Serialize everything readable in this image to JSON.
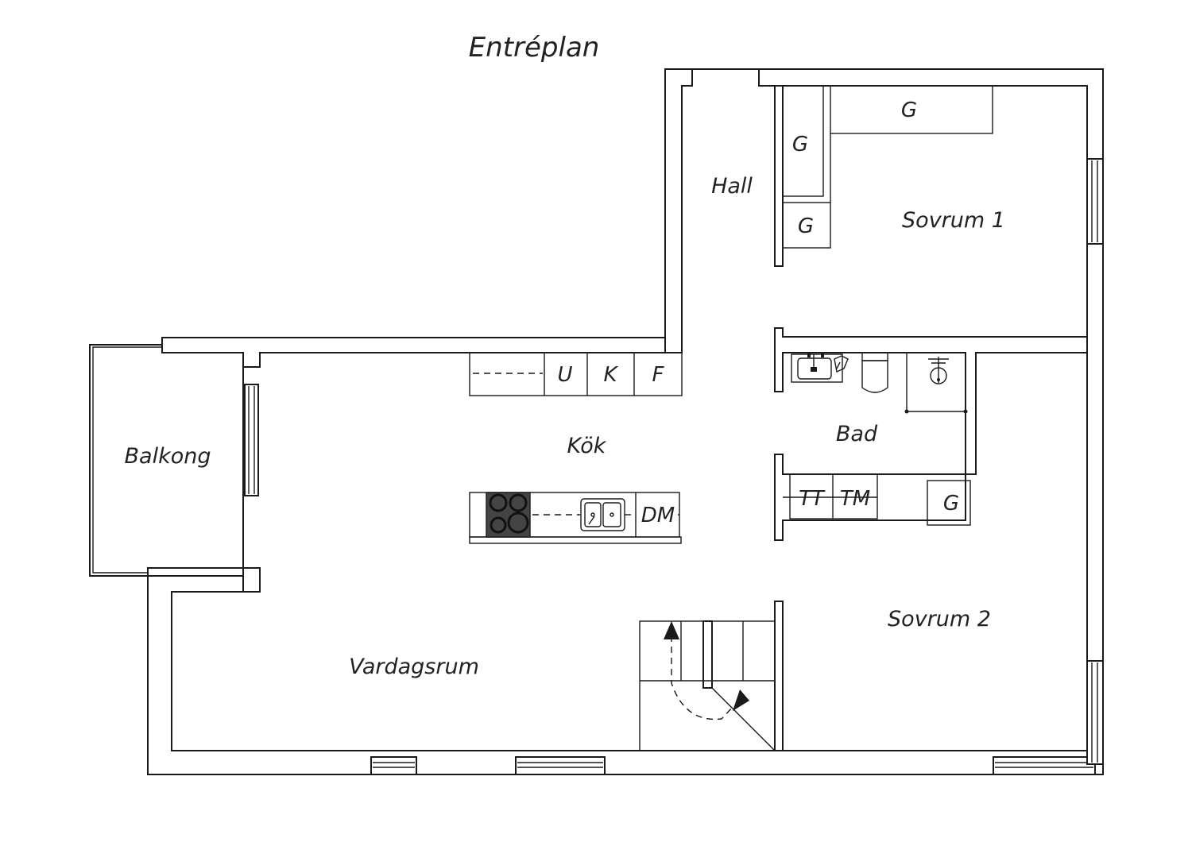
{
  "title": "Entréplan",
  "rooms": {
    "hall": "Hall",
    "sovrum1": "Sovrum 1",
    "sovrum2": "Sovrum 2",
    "bad": "Bad",
    "kok": "Kök",
    "vardagsrum": "Vardagsrum",
    "balkong": "Balkong"
  },
  "fixtures": {
    "wardrobe": "G",
    "freezer": "U",
    "fridge": "K",
    "oven": "F",
    "dishwasher": "DM",
    "dryer": "TT",
    "washer": "TM"
  },
  "colors": {
    "line": "#1a1a1a",
    "background": "#ffffff",
    "stove": "#444444"
  }
}
